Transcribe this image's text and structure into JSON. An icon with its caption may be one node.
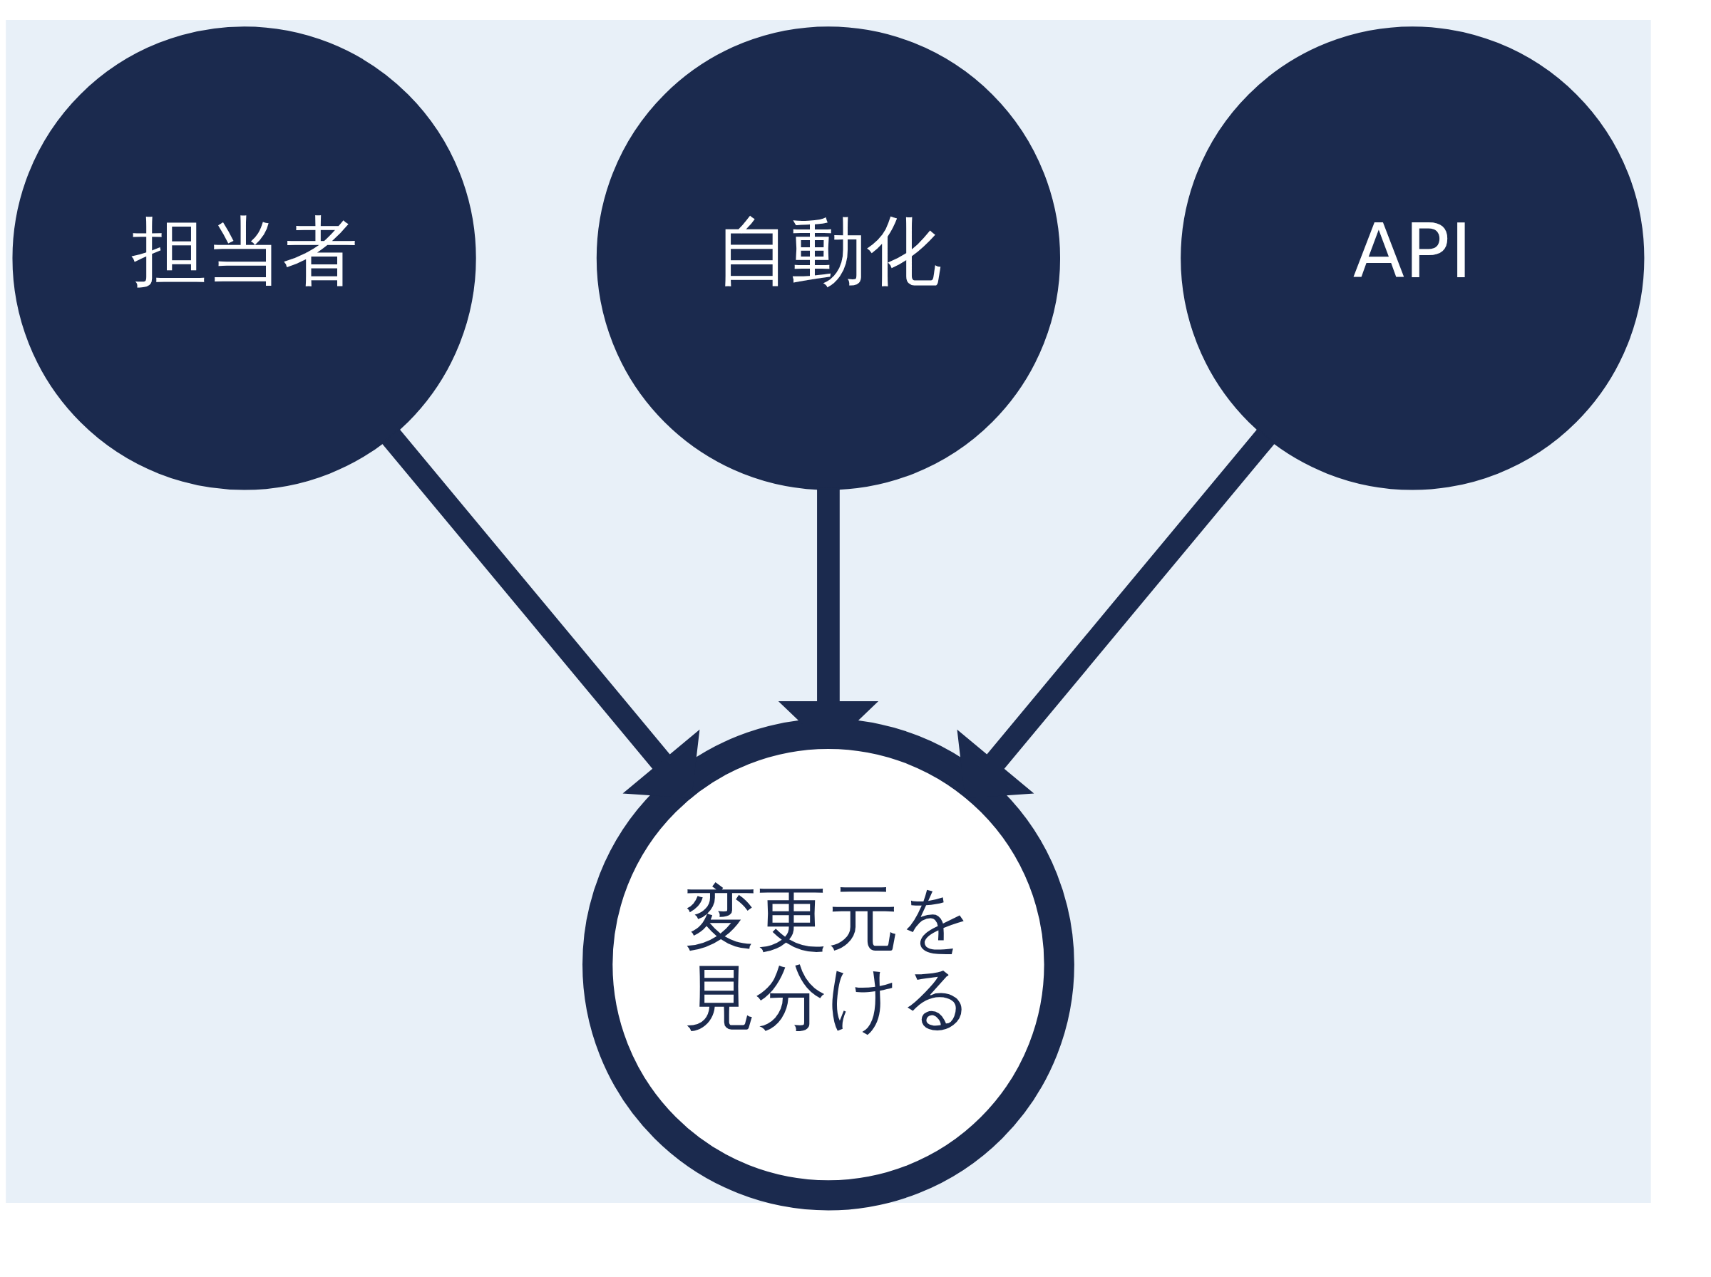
{
  "diagram": {
    "nodes": [
      {
        "text": [
          "担当者"
        ]
      },
      {
        "text": [
          "自動化"
        ]
      },
      {
        "text": [
          "API"
        ]
      },
      {
        "text": [
          "変更元を見分ける"
        ]
      }
    ],
    "edges": [
      {
        "from": 0,
        "to": 3,
        "arrow": "to"
      },
      {
        "from": 1,
        "to": 3,
        "arrow": "to"
      },
      {
        "from": 2,
        "to": 3,
        "arrow": "to"
      }
    ]
  }
}
